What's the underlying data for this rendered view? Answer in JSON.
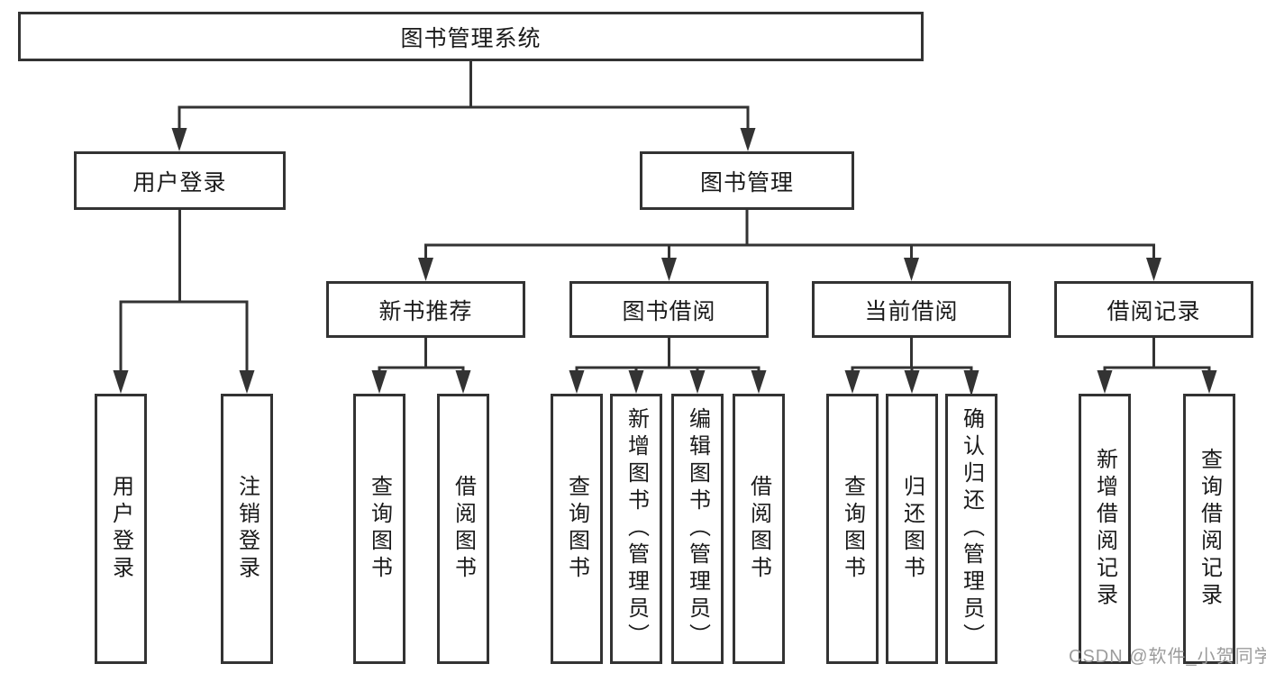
{
  "diagram": {
    "title": "图书管理系统",
    "root": {
      "label": "图书管理系统"
    },
    "level2": [
      {
        "label": "用户登录"
      },
      {
        "label": "图书管理"
      }
    ],
    "level3": [
      {
        "label": "新书推荐"
      },
      {
        "label": "图书借阅"
      },
      {
        "label": "当前借阅"
      },
      {
        "label": "借阅记录"
      }
    ],
    "leaves": {
      "user_login": [
        "用户登录",
        "注销登录"
      ],
      "new_books": [
        "查询图书",
        "借阅图书"
      ],
      "book_borrow": [
        "查询图书",
        "新增图书（管理员）",
        "编辑图书（管理员）",
        "借阅图书"
      ],
      "current_borrow": [
        "查询图书",
        "归还图书",
        "确认归还（管理员）"
      ],
      "borrow_records": [
        "新增借阅记录",
        "查询借阅记录"
      ]
    }
  },
  "watermark": "CSDN @软件_小贺同学",
  "colors": {
    "line": "#333333",
    "text": "#1a1a1a",
    "watermark": "#9c9c9c",
    "background": "#ffffff"
  }
}
